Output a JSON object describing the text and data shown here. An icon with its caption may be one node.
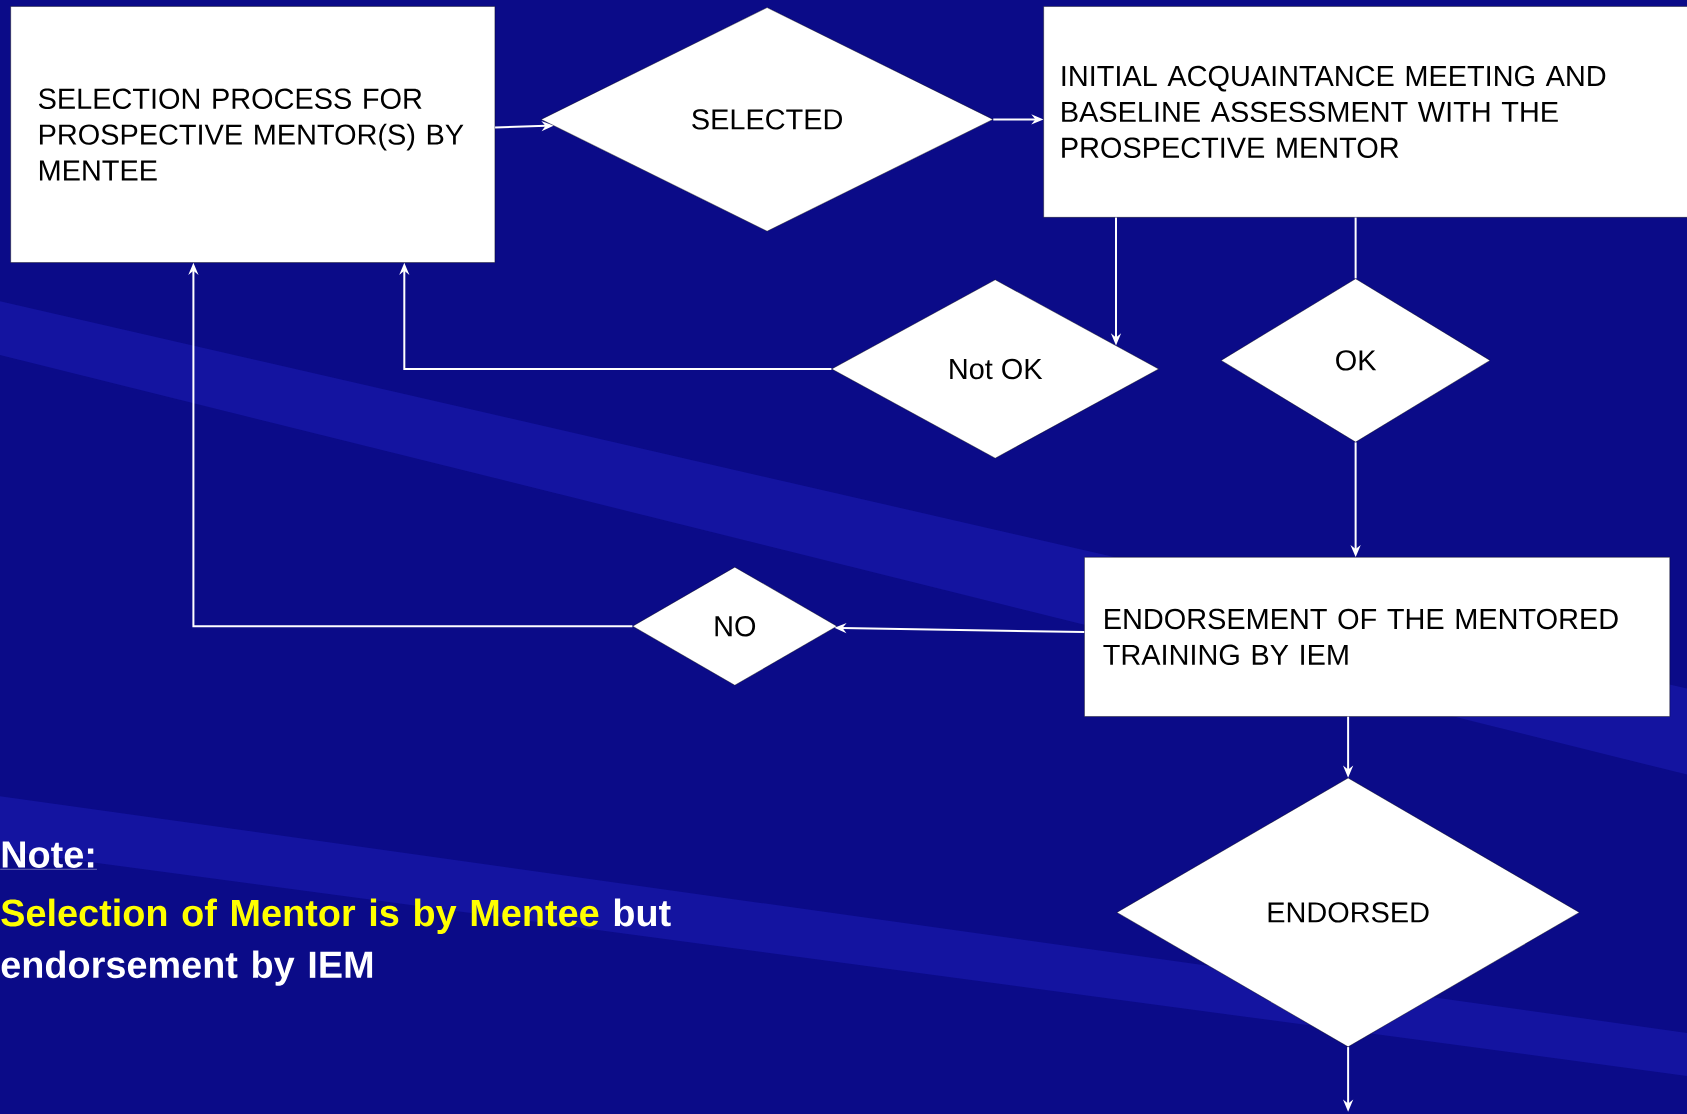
{
  "diagram": {
    "nodes": [
      {
        "text": [
          "SELECTION PROCESS FOR PROSPECTIVE MENTOR(S) BY MENTEE"
        ]
      },
      {
        "text": [
          "SELECTED"
        ]
      },
      {
        "text": [
          "INITIAL ACQUAINTANCE MEETING AND BASELINE ASSESSMENT WITH THE PROSPECTIVE MENTOR"
        ]
      },
      {
        "text": [
          "Not OK"
        ]
      },
      {
        "text": [
          "OK"
        ]
      },
      {
        "text": [
          "ENDORSEMENT OF THE MENTORED TRAINING BY IEM"
        ]
      },
      {
        "text": [
          "NO"
        ]
      },
      {
        "text": [
          "ENDORSED"
        ]
      }
    ],
    "edges": [
      {
        "from": 0,
        "to": 1,
        "arrow": "to"
      },
      {
        "from": 1,
        "to": 2,
        "arrow": "to"
      },
      {
        "from": 2,
        "to": 3,
        "arrow": "to"
      },
      {
        "from": 2,
        "to": 4,
        "arrow": "none"
      },
      {
        "from": 3,
        "to": 0,
        "arrow": "to"
      },
      {
        "from": 4,
        "to": 5,
        "arrow": "to"
      },
      {
        "from": 5,
        "to": 6,
        "arrow": "to"
      },
      {
        "from": 6,
        "to": 0,
        "arrow": "to"
      },
      {
        "from": 5,
        "to": 7,
        "arrow": "to"
      },
      {
        "from": 7,
        "to": null,
        "arrow": "to"
      }
    ],
    "labels": [
      "Note:",
      "Selection of Mentor is by Mentee",
      "but endorsement by IEM"
    ]
  }
}
